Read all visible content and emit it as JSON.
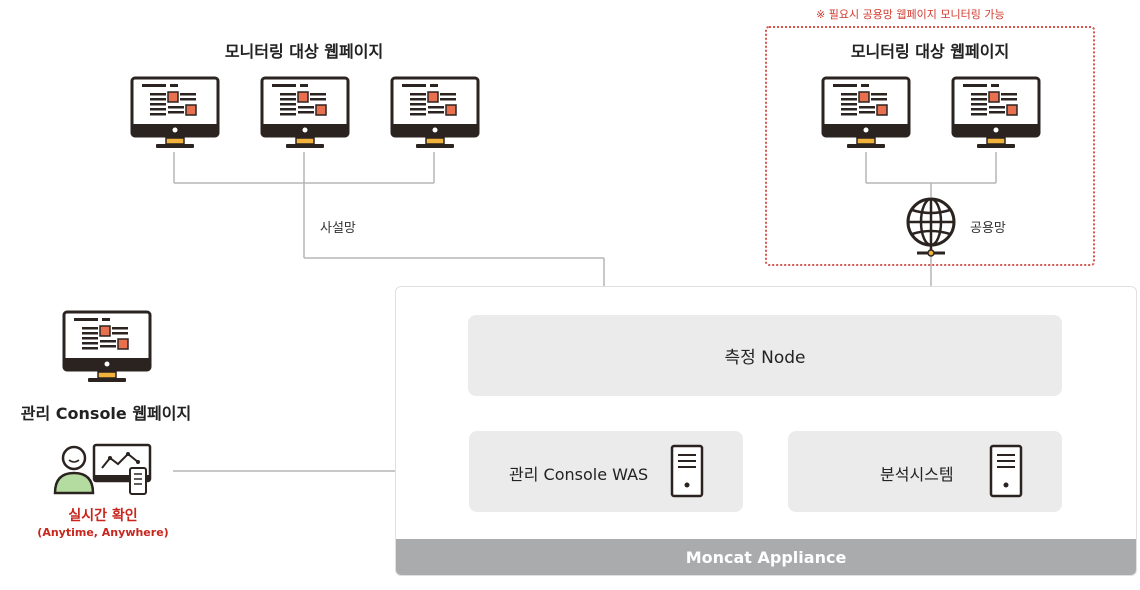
{
  "left_group": {
    "title": "모니터링 대상 웹페이지"
  },
  "right_group": {
    "note": "※ 필요시 공용망 웹페이지 모니터링 가능",
    "title": "모니터링 대상 웹페이지",
    "network_label": "공용망"
  },
  "private_network_label": "사설망",
  "console": {
    "title": "관리 Console 웹페이지",
    "realtime_label": "실시간 확인",
    "realtime_sub": "(Anytime, Anywhere)"
  },
  "appliance": {
    "name": "Moncat Appliance",
    "measure_node": "측정 Node",
    "console_was": "관리 Console WAS",
    "analysis_system": "분석시스템"
  },
  "colors": {
    "accent_red": "#c8261d",
    "dotted_border": "#d9534f",
    "panel_bg": "#ebebeb",
    "bar_bg": "#a9abad",
    "monitor_dark": "#2b2320",
    "monitor_square": "#e9704f",
    "monitor_stand": "#f2b33d",
    "user_green": "#b5dca0"
  },
  "icons": [
    "monitor-icon",
    "globe-icon",
    "server-icon",
    "user-icon",
    "dashboard-icon",
    "arrow-down-icon",
    "arrow-left-icon"
  ]
}
